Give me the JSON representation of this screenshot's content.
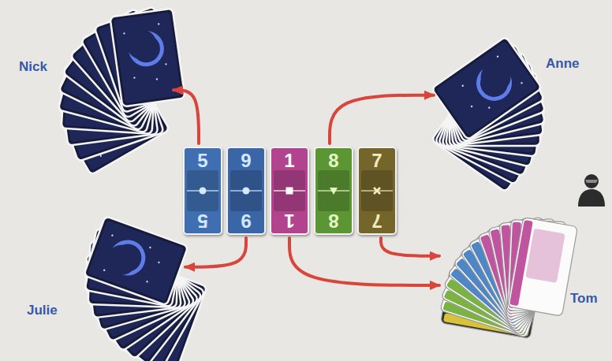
{
  "diagram": {
    "nodes": [
      {
        "text": [
          "Nick"
        ]
      },
      {
        "text": [
          "Anne"
        ]
      },
      {
        "text": [
          "5",
          "5"
        ]
      },
      {
        "text": [
          "9",
          "9"
        ]
      },
      {
        "text": [
          "1",
          "1"
        ]
      },
      {
        "text": [
          "8",
          "8"
        ]
      },
      {
        "text": [
          "7",
          "7"
        ]
      },
      {
        "text": [
          "Julie"
        ]
      },
      {
        "text": [
          "Tom"
        ]
      }
    ],
    "edges": [
      {
        "from": 2,
        "to": 0,
        "arrow": "to"
      },
      {
        "from": 5,
        "to": 1,
        "arrow": "to"
      },
      {
        "from": 3,
        "to": 7,
        "arrow": "to"
      },
      {
        "from": 4,
        "to": 8,
        "arrow": "to"
      },
      {
        "from": 6,
        "to": 8,
        "arrow": "to"
      }
    ]
  }
}
